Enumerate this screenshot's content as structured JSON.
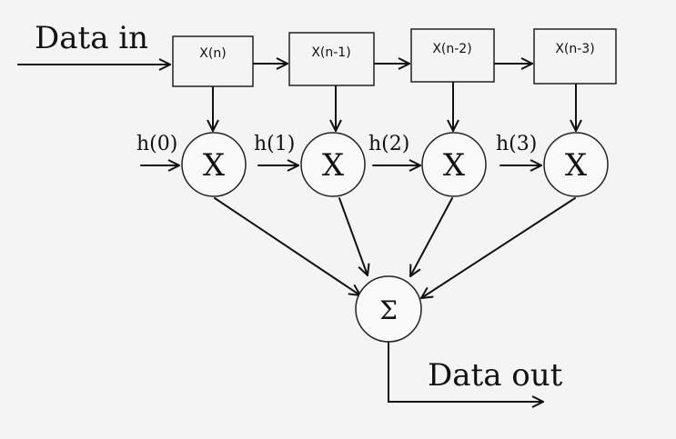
{
  "labels": {
    "data_in": "Data in",
    "data_out": "Data out"
  },
  "delay_boxes": [
    "X(n)",
    "X(n-1)",
    "X(n-2)",
    "X(n-3)"
  ],
  "coefficients": [
    "h(0)",
    "h(1)",
    "h(2)",
    "h(3)"
  ],
  "multiplier_symbol": "X",
  "summer_symbol": "Σ"
}
